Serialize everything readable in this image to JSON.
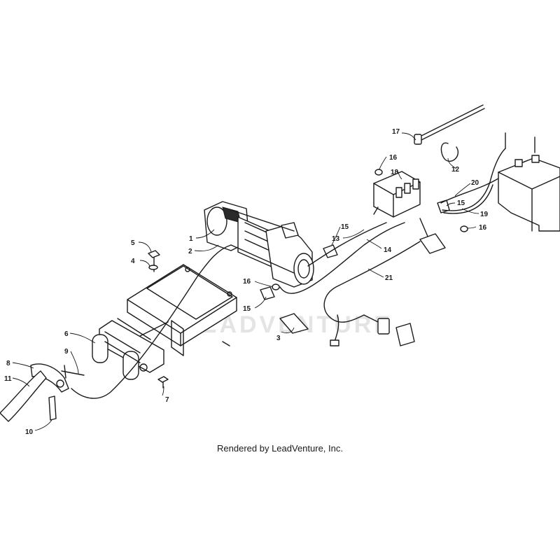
{
  "watermark": "LEADVENTURE",
  "footer": "Rendered by LeadVenture, Inc.",
  "callouts": {
    "c1": "1",
    "c2": "2",
    "c3": "3",
    "c4": "4",
    "c5": "5",
    "c6": "6",
    "c7": "7",
    "c8": "8",
    "c9": "9",
    "c10": "10",
    "c11": "11",
    "c12": "12",
    "c13": "13",
    "c14": "14",
    "c15a": "15",
    "c15b": "15",
    "c15c": "15",
    "c16a": "16",
    "c16b": "16",
    "c16c": "16",
    "c17": "17",
    "c18": "18",
    "c19": "19",
    "c20": "20",
    "c21": "21"
  }
}
